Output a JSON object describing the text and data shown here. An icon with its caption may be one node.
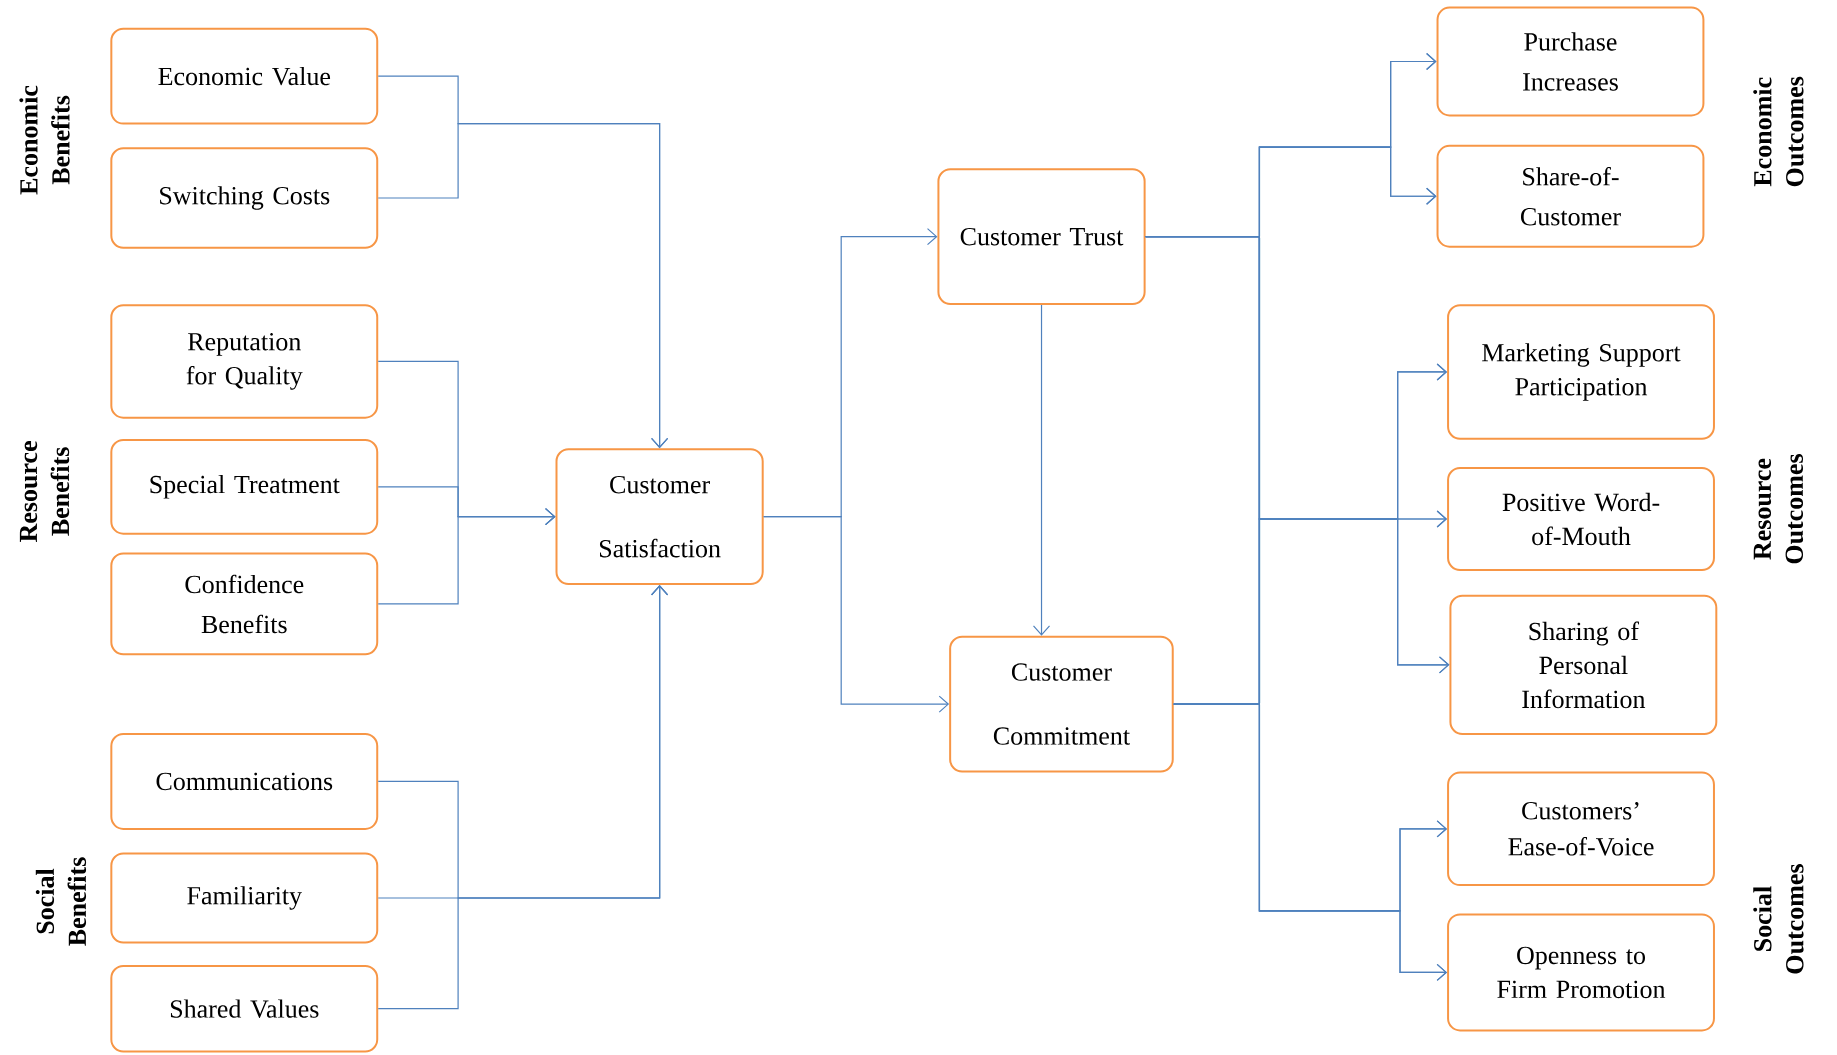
{
  "diagram": {
    "nodes": [
      {
        "text": [
          "Economic Value"
        ]
      },
      {
        "text": [
          "Switching Costs"
        ]
      },
      {
        "text": [
          "Reputation for Quality"
        ]
      },
      {
        "text": [
          "Special Treatment"
        ]
      },
      {
        "text": [
          "Confidence Benefits"
        ]
      },
      {
        "text": [
          "Communications"
        ]
      },
      {
        "text": [
          "Familiarity"
        ]
      },
      {
        "text": [
          "Shared Values"
        ]
      },
      {
        "text": [
          "Customer Satisfaction"
        ]
      },
      {
        "text": [
          "Customer Trust"
        ]
      },
      {
        "text": [
          "Customer Commitment"
        ]
      },
      {
        "text": [
          "Purchase Increases"
        ]
      },
      {
        "text": [
          "Share-of- Customer"
        ]
      },
      {
        "text": [
          "Marketing Support Participation"
        ]
      },
      {
        "text": [
          "Positive Word-of-Mouth"
        ]
      },
      {
        "text": [
          "Sharing of Personal Information"
        ]
      },
      {
        "text": [
          "Customers’ Ease-of-Voice"
        ]
      },
      {
        "text": [
          "Openness to Firm Promotion"
        ]
      }
    ],
    "edges": [
      {
        "from": 0,
        "to": 8,
        "arrow": "to"
      },
      {
        "from": 1,
        "to": 8,
        "arrow": "to"
      },
      {
        "from": 2,
        "to": 8,
        "arrow": "to"
      },
      {
        "from": 3,
        "to": 8,
        "arrow": "to"
      },
      {
        "from": 4,
        "to": 8,
        "arrow": "to"
      },
      {
        "from": 5,
        "to": 8,
        "arrow": "to"
      },
      {
        "from": 6,
        "to": 8,
        "arrow": "to"
      },
      {
        "from": 7,
        "to": 8,
        "arrow": "to"
      },
      {
        "from": 8,
        "to": 9,
        "arrow": "to"
      },
      {
        "from": 8,
        "to": 10,
        "arrow": "to"
      },
      {
        "from": 9,
        "to": 10,
        "arrow": "to"
      },
      {
        "from": 9,
        "to": 11,
        "arrow": "to"
      },
      {
        "from": 9,
        "to": 12,
        "arrow": "to"
      },
      {
        "from": 9,
        "to": 13,
        "arrow": "to"
      },
      {
        "from": 9,
        "to": 14,
        "arrow": "to"
      },
      {
        "from": 9,
        "to": 15,
        "arrow": "to"
      },
      {
        "from": 9,
        "to": 16,
        "arrow": "to"
      },
      {
        "from": 9,
        "to": 17,
        "arrow": "to"
      },
      {
        "from": 10,
        "to": 11,
        "arrow": "to"
      },
      {
        "from": 10,
        "to": 12,
        "arrow": "to"
      },
      {
        "from": 10,
        "to": 13,
        "arrow": "to"
      },
      {
        "from": 10,
        "to": 14,
        "arrow": "to"
      },
      {
        "from": 10,
        "to": 15,
        "arrow": "to"
      },
      {
        "from": 10,
        "to": 16,
        "arrow": "to"
      },
      {
        "from": 10,
        "to": 17,
        "arrow": "to"
      }
    ],
    "labels": [
      "Economic Benefits",
      "Resource Benefits",
      "Social Benefits",
      "Economic Outcomes",
      "Resource Outcomes",
      "Social Outcomes"
    ]
  }
}
